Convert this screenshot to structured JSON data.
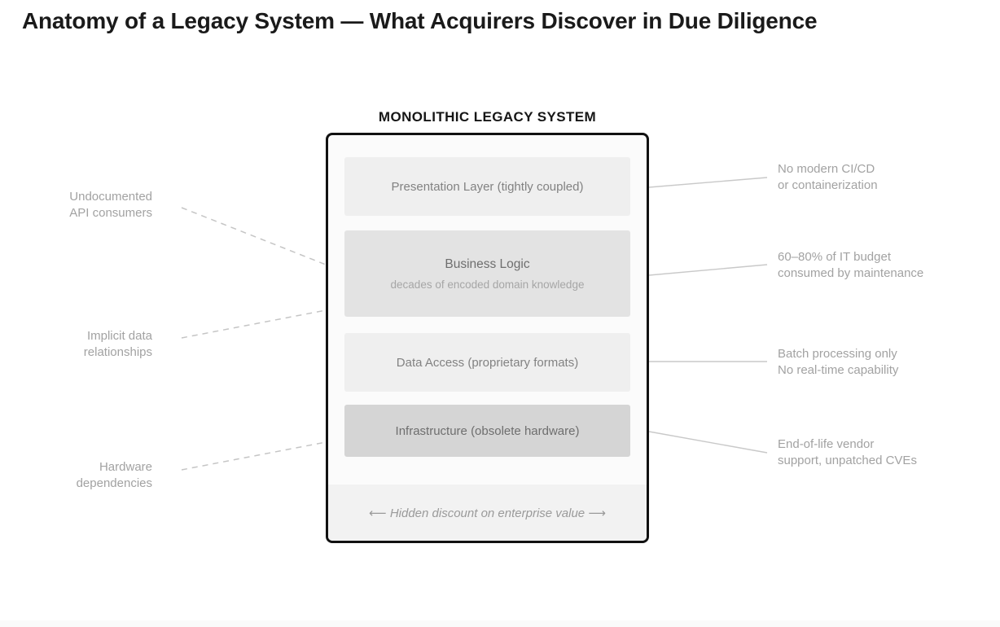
{
  "title": "Anatomy of a Legacy System — What Acquirers Discover in Due Diligence",
  "diagram": {
    "header": "MONOLITHIC LEGACY SYSTEM",
    "layers": [
      {
        "label": "Presentation Layer (tightly coupled)"
      },
      {
        "label": "Business Logic",
        "sublabel": "decades of encoded domain knowledge"
      },
      {
        "label": "Data Access (proprietary formats)"
      },
      {
        "label": "Infrastructure (obsolete hardware)"
      }
    ],
    "footer": "⟵ Hidden discount on enterprise value ⟶"
  },
  "left_annotations": [
    {
      "line1": "Undocumented",
      "line2": "API consumers"
    },
    {
      "line1": "Implicit data",
      "line2": "relationships"
    },
    {
      "line1": "Hardware",
      "line2": "dependencies"
    }
  ],
  "right_annotations": [
    {
      "line1": "No modern CI/CD",
      "line2": "or containerization"
    },
    {
      "line1": "60–80% of IT budget",
      "line2": "consumed by maintenance"
    },
    {
      "line1": "Batch processing only",
      "line2": "No real-time capability"
    },
    {
      "line1": "End-of-life vendor",
      "line2": "support, unpatched CVEs"
    }
  ],
  "colors": {
    "box_border": "#111111",
    "box_background": "#fbfbfb",
    "layer_light": "#efefef",
    "layer_mid": "#e3e3e3",
    "layer_dark": "#d5d5d5",
    "footer_background": "#f2f2f2",
    "connector_line": "#c7c7c7",
    "annotation_text": "#a2a2a2"
  }
}
